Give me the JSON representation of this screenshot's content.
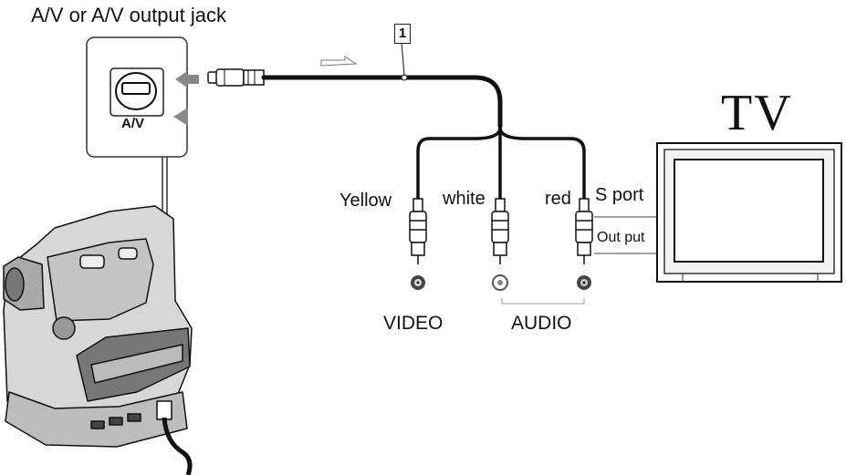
{
  "jack_label": "A/V or A/V output jack",
  "port_label": "A/V",
  "callout_number": "1",
  "tv_label": "TV",
  "connectors": {
    "yellow": "Yellow",
    "white": "white",
    "red": "red"
  },
  "tv_ports": {
    "s_port": "S port",
    "output": "Out put"
  },
  "sockets": {
    "video": "VIDEO",
    "audio": "AUDIO"
  }
}
